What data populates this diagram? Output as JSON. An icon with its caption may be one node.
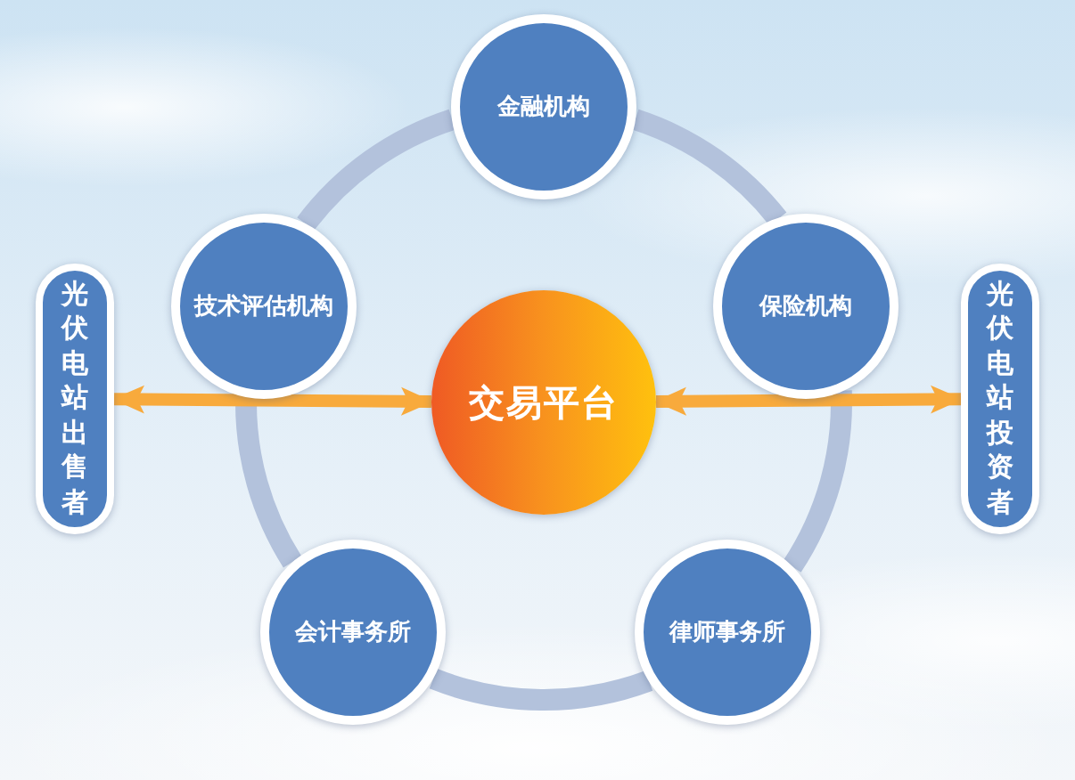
{
  "diagram": {
    "nodes": [
      {
        "text": [
          "金融机构"
        ]
      },
      {
        "text": [
          "技术评估机构"
        ]
      },
      {
        "text": [
          "保险机构"
        ]
      },
      {
        "text": [
          "光伏电站出售者"
        ]
      },
      {
        "text": [
          "交易平台"
        ]
      },
      {
        "text": [
          "光伏电站投资者"
        ]
      },
      {
        "text": [
          "会计事务所"
        ]
      },
      {
        "text": [
          "律师事务所"
        ]
      }
    ],
    "edges": [
      {
        "from": 0,
        "to": 2,
        "arrow": "none"
      },
      {
        "from": 2,
        "to": 7,
        "arrow": "none"
      },
      {
        "from": 7,
        "to": 6,
        "arrow": "none"
      },
      {
        "from": 6,
        "to": 1,
        "arrow": "none"
      },
      {
        "from": 1,
        "to": 0,
        "arrow": "none"
      },
      {
        "from": 3,
        "to": 4,
        "arrow": "both",
        "color": "#f8aa3c"
      },
      {
        "from": 4,
        "to": 5,
        "arrow": "both",
        "color": "#f8aa3c"
      }
    ]
  }
}
